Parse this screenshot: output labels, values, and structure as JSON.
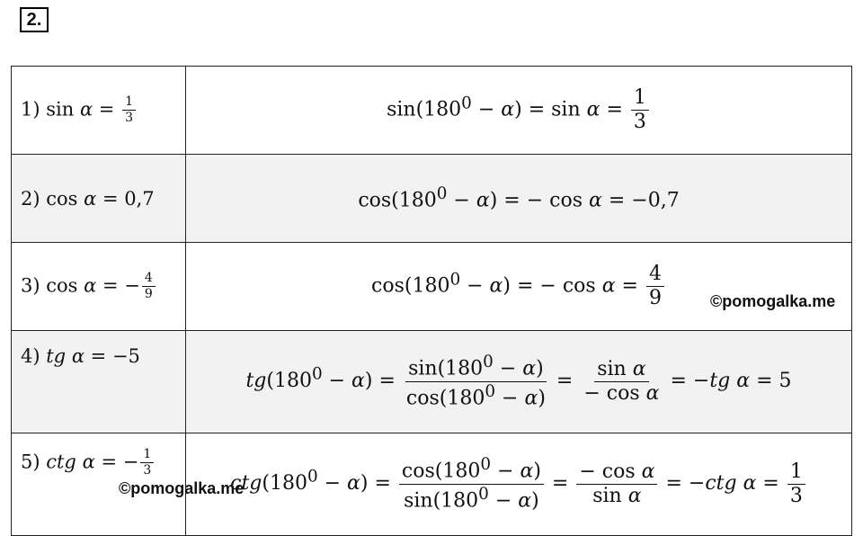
{
  "task_number": "2.",
  "rows": [
    {
      "left": {
        "pre": "1) sin ",
        "var": "α",
        "post": " = ",
        "num": "1",
        "den": "3"
      },
      "right": {
        "lhs": "sin(180",
        "sup": "0",
        "mid": " − ",
        "var": "α",
        "after": ") = sin ",
        "var2": "α",
        "eq": " = ",
        "num": "1",
        "den": "3"
      }
    },
    {
      "left": {
        "pre": "2) cos ",
        "var": "α",
        "post": " = 0,7"
      },
      "right": {
        "lhs": "cos(180",
        "sup": "0",
        "mid": " − ",
        "var": "α",
        "after": ") = − cos ",
        "var2": "α",
        "eq": " = −0,7"
      }
    },
    {
      "left": {
        "pre": "3) cos ",
        "var": "α",
        "post": " = −",
        "num": "4",
        "den": "9"
      },
      "right": {
        "lhs": "cos(180",
        "sup": "0",
        "mid": " − ",
        "var": "α",
        "after": ") = − cos ",
        "var2": "α",
        "eq": " = ",
        "num": "4",
        "den": "9"
      }
    },
    {
      "left": {
        "pre": "4) ",
        "fn": "tg",
        "var": "α",
        "post": " = −5"
      },
      "right": {
        "fn": "tg",
        "lhs": "(180",
        "sup": "0",
        "mid": " − ",
        "var": "α",
        "close": ") = ",
        "f1_num": "sin(180",
        "f1_num_close": " − ",
        "f1_num_end": ")",
        "f1_den": "cos(180",
        "f1_den_end": ")",
        "f2_num": "sin ",
        "f2_den": "− cos ",
        "tail_pre": " = −",
        "tail_fn": "tg",
        "tail_post": " = 5"
      }
    },
    {
      "left": {
        "pre": "5) ",
        "fn": "ctg",
        "var": "α",
        "post": " = −",
        "num": "1",
        "den": "3"
      },
      "right": {
        "fn": "ctg",
        "lhs": "(180",
        "sup": "0",
        "mid": " − ",
        "var": "α",
        "close": ") = ",
        "f1_num": "cos(180",
        "f1_num_close": " − ",
        "f1_num_end": ")",
        "f1_den": "sin(180",
        "f1_den_end": ")",
        "f2_num": "− cos ",
        "f2_den": "sin ",
        "tail_pre": " = −",
        "tail_fn": "ctg",
        "tail_post": " = ",
        "num": "1",
        "den": "3"
      }
    }
  ],
  "watermark": "©pomogalka.me"
}
